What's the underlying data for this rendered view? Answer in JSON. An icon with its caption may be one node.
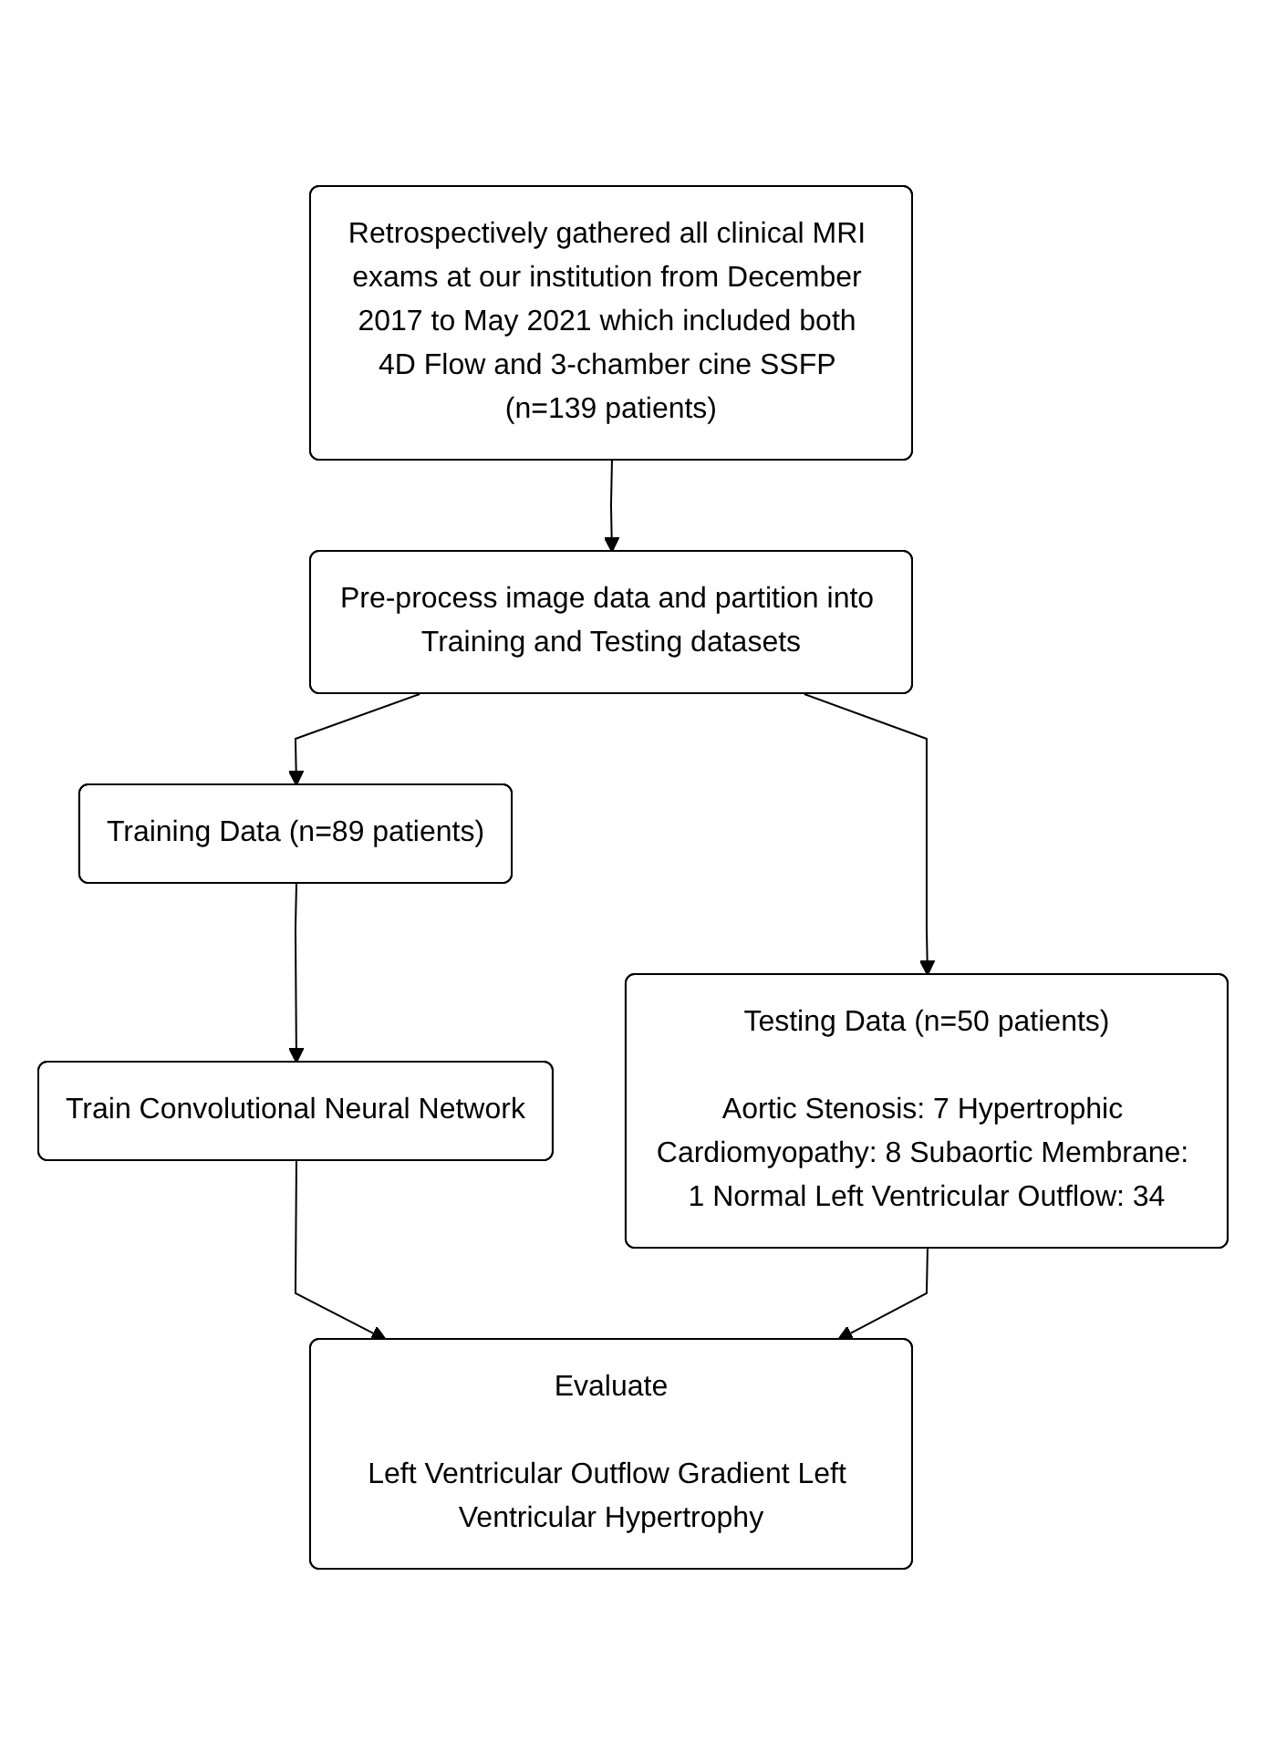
{
  "diagram": {
    "nodes": [
      {
        "text": [
          "Retrospectively gathered all clinical MRI exams at our institution from December 2017 to May 2021 which included both 4D Flow and 3-chamber cine SSFP (n=139 patients)"
        ]
      },
      {
        "text": [
          "Pre-process image data and partition into Training and Testing datasets"
        ]
      },
      {
        "text": [
          "Training Data (n=89 patients)"
        ]
      },
      {
        "text": [
          "Testing Data (n=50 patients)",
          "Aortic Stenosis: 7 Hypertrophic Cardiomyopathy: 8 Subaortic Membrane: 1 Normal Left Ventricular Outflow: 34"
        ]
      },
      {
        "text": [
          "Train Convolutional Neural Network"
        ]
      },
      {
        "text": [
          "Evaluate",
          "Left Ventricular Outflow Gradient Left Ventricular Hypertrophy"
        ]
      }
    ],
    "edges": [
      {
        "from": 0,
        "to": 1,
        "arrow": "to"
      },
      {
        "from": 1,
        "to": 2,
        "arrow": "to"
      },
      {
        "from": 1,
        "to": 3,
        "arrow": "to"
      },
      {
        "from": 2,
        "to": 4,
        "arrow": "to"
      },
      {
        "from": 4,
        "to": 5,
        "arrow": "to"
      },
      {
        "from": 3,
        "to": 5,
        "arrow": "to"
      }
    ]
  }
}
